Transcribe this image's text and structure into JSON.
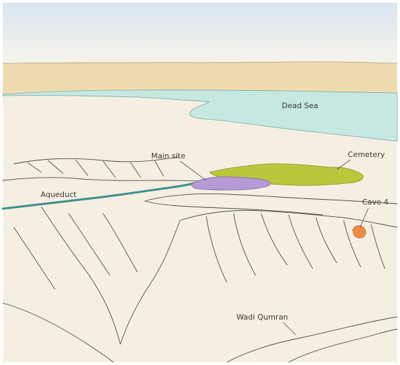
{
  "labels": {
    "dead_sea": "Dead Sea",
    "main_site": "Main site",
    "cemetery": "Cemetery",
    "aqueduct": "Aqueduct",
    "cave4": "Cave 4",
    "wadi": "Wadi Qumran"
  },
  "colors": {
    "sky": "#dfe9f2",
    "far_shore": "#eedcb0",
    "sea": "#c7e8e1",
    "terrain": "#f5efe3",
    "line": "#4a4a48",
    "aqueduct": "#3f8f8a",
    "cemetery": "#b8c83a",
    "main_site": "#b69ad6",
    "cave": "#ef8a45"
  }
}
